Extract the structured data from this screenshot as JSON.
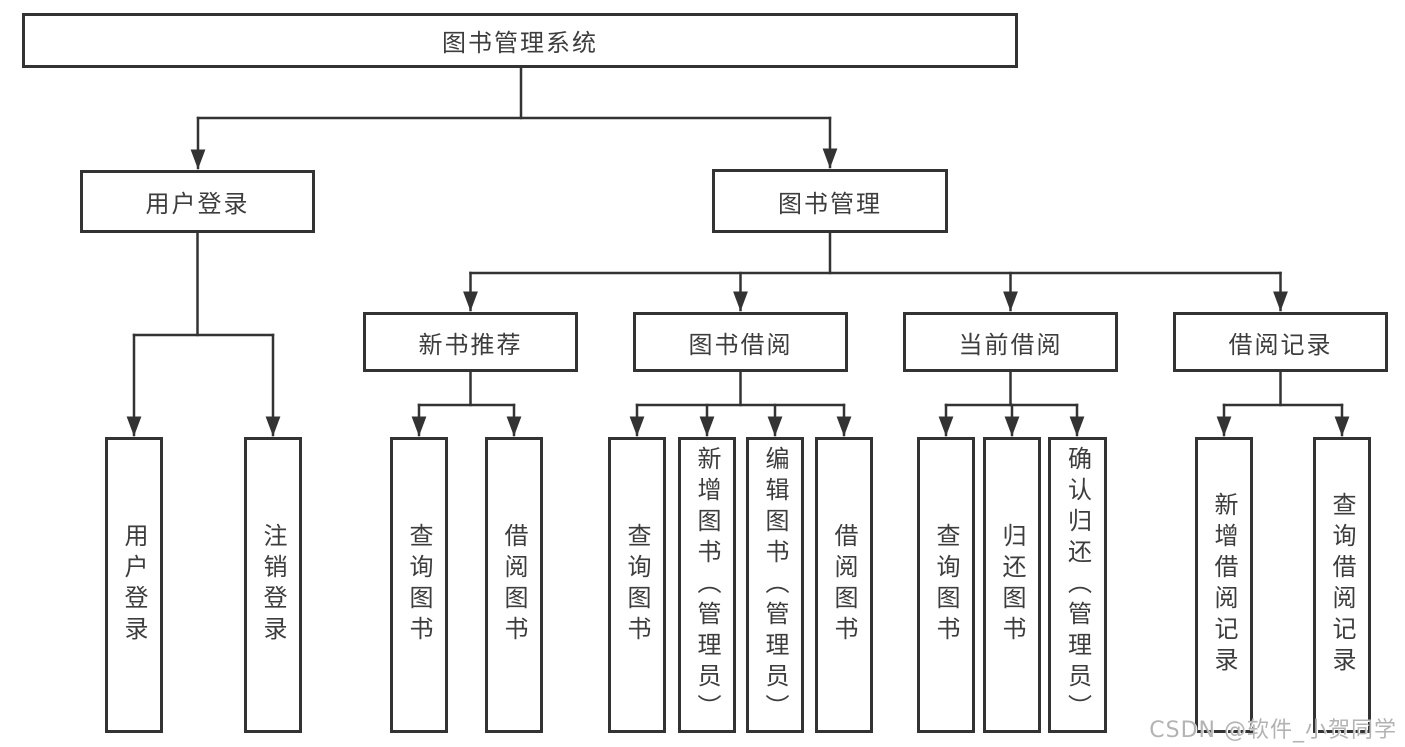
{
  "diagram": {
    "root": {
      "label": "图书管理系统"
    },
    "branches": [
      {
        "label": "用户登录",
        "leaves": [
          {
            "label": "用户登录"
          },
          {
            "label": "注销登录"
          }
        ]
      },
      {
        "label": "图书管理",
        "groups": [
          {
            "label": "新书推荐",
            "leaves": [
              {
                "label": "查询图书"
              },
              {
                "label": "借阅图书"
              }
            ]
          },
          {
            "label": "图书借阅",
            "leaves": [
              {
                "label": "查询图书"
              },
              {
                "label": "新增图书（管理员）"
              },
              {
                "label": "编辑图书（管理员）"
              },
              {
                "label": "借阅图书"
              }
            ]
          },
          {
            "label": "当前借阅",
            "leaves": [
              {
                "label": "查询图书"
              },
              {
                "label": "归还图书"
              },
              {
                "label": "确认归还（管理员）"
              }
            ]
          },
          {
            "label": "借阅记录",
            "leaves": [
              {
                "label": "新增借阅记录"
              },
              {
                "label": "查询借阅记录"
              }
            ]
          }
        ]
      }
    ]
  },
  "watermark": {
    "text": "CSDN @软件_小贺同学"
  },
  "colors": {
    "line": "#333333",
    "box_border": "#333333",
    "text": "#3d3d3d",
    "watermark": "#b3b3b3",
    "background": "#ffffff"
  }
}
